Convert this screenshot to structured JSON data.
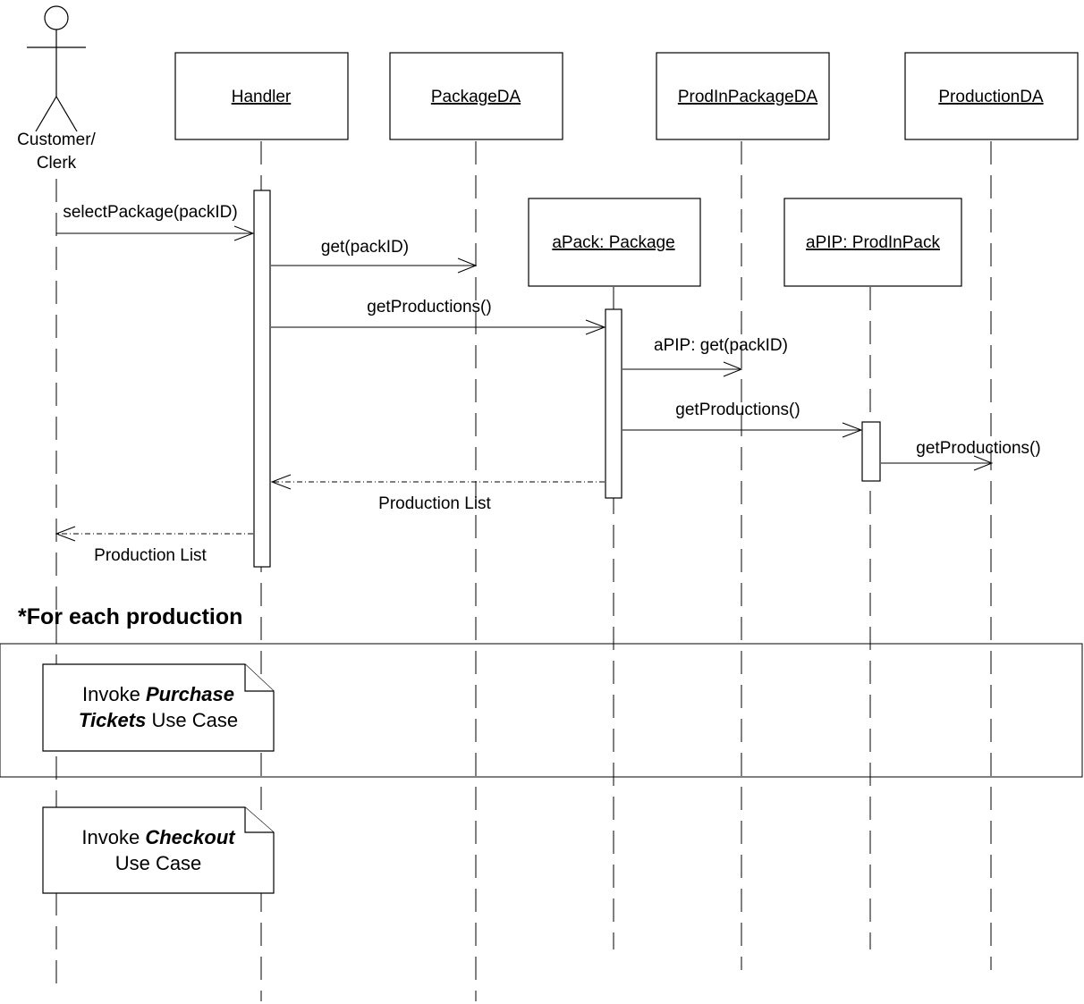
{
  "actor": {
    "line1": "Customer/",
    "line2": "Clerk"
  },
  "objects": {
    "handler": "Handler",
    "package_da": "PackageDA",
    "prod_in_package_da": "ProdInPackageDA",
    "production_da": "ProductionDA",
    "a_pack": "aPack: Package",
    "a_pip": "aPIP: ProdInPack"
  },
  "messages": {
    "select_package": "selectPackage(packID)",
    "get_pack": "get(packID)",
    "get_productions_1": "getProductions()",
    "apip_get": "aPIP: get(packID)",
    "get_productions_2": "getProductions()",
    "get_productions_3": "getProductions()",
    "return_list_1": "Production List",
    "return_list_2": "Production List"
  },
  "loop": {
    "label": "*For each production"
  },
  "notes": {
    "purchase": {
      "prefix": "Invoke ",
      "emph1": "Purchase",
      "emph2": "Tickets",
      "suffix": " Use Case"
    },
    "checkout": {
      "prefix": "Invoke ",
      "emph": "Checkout",
      "suffix": "Use Case"
    }
  }
}
